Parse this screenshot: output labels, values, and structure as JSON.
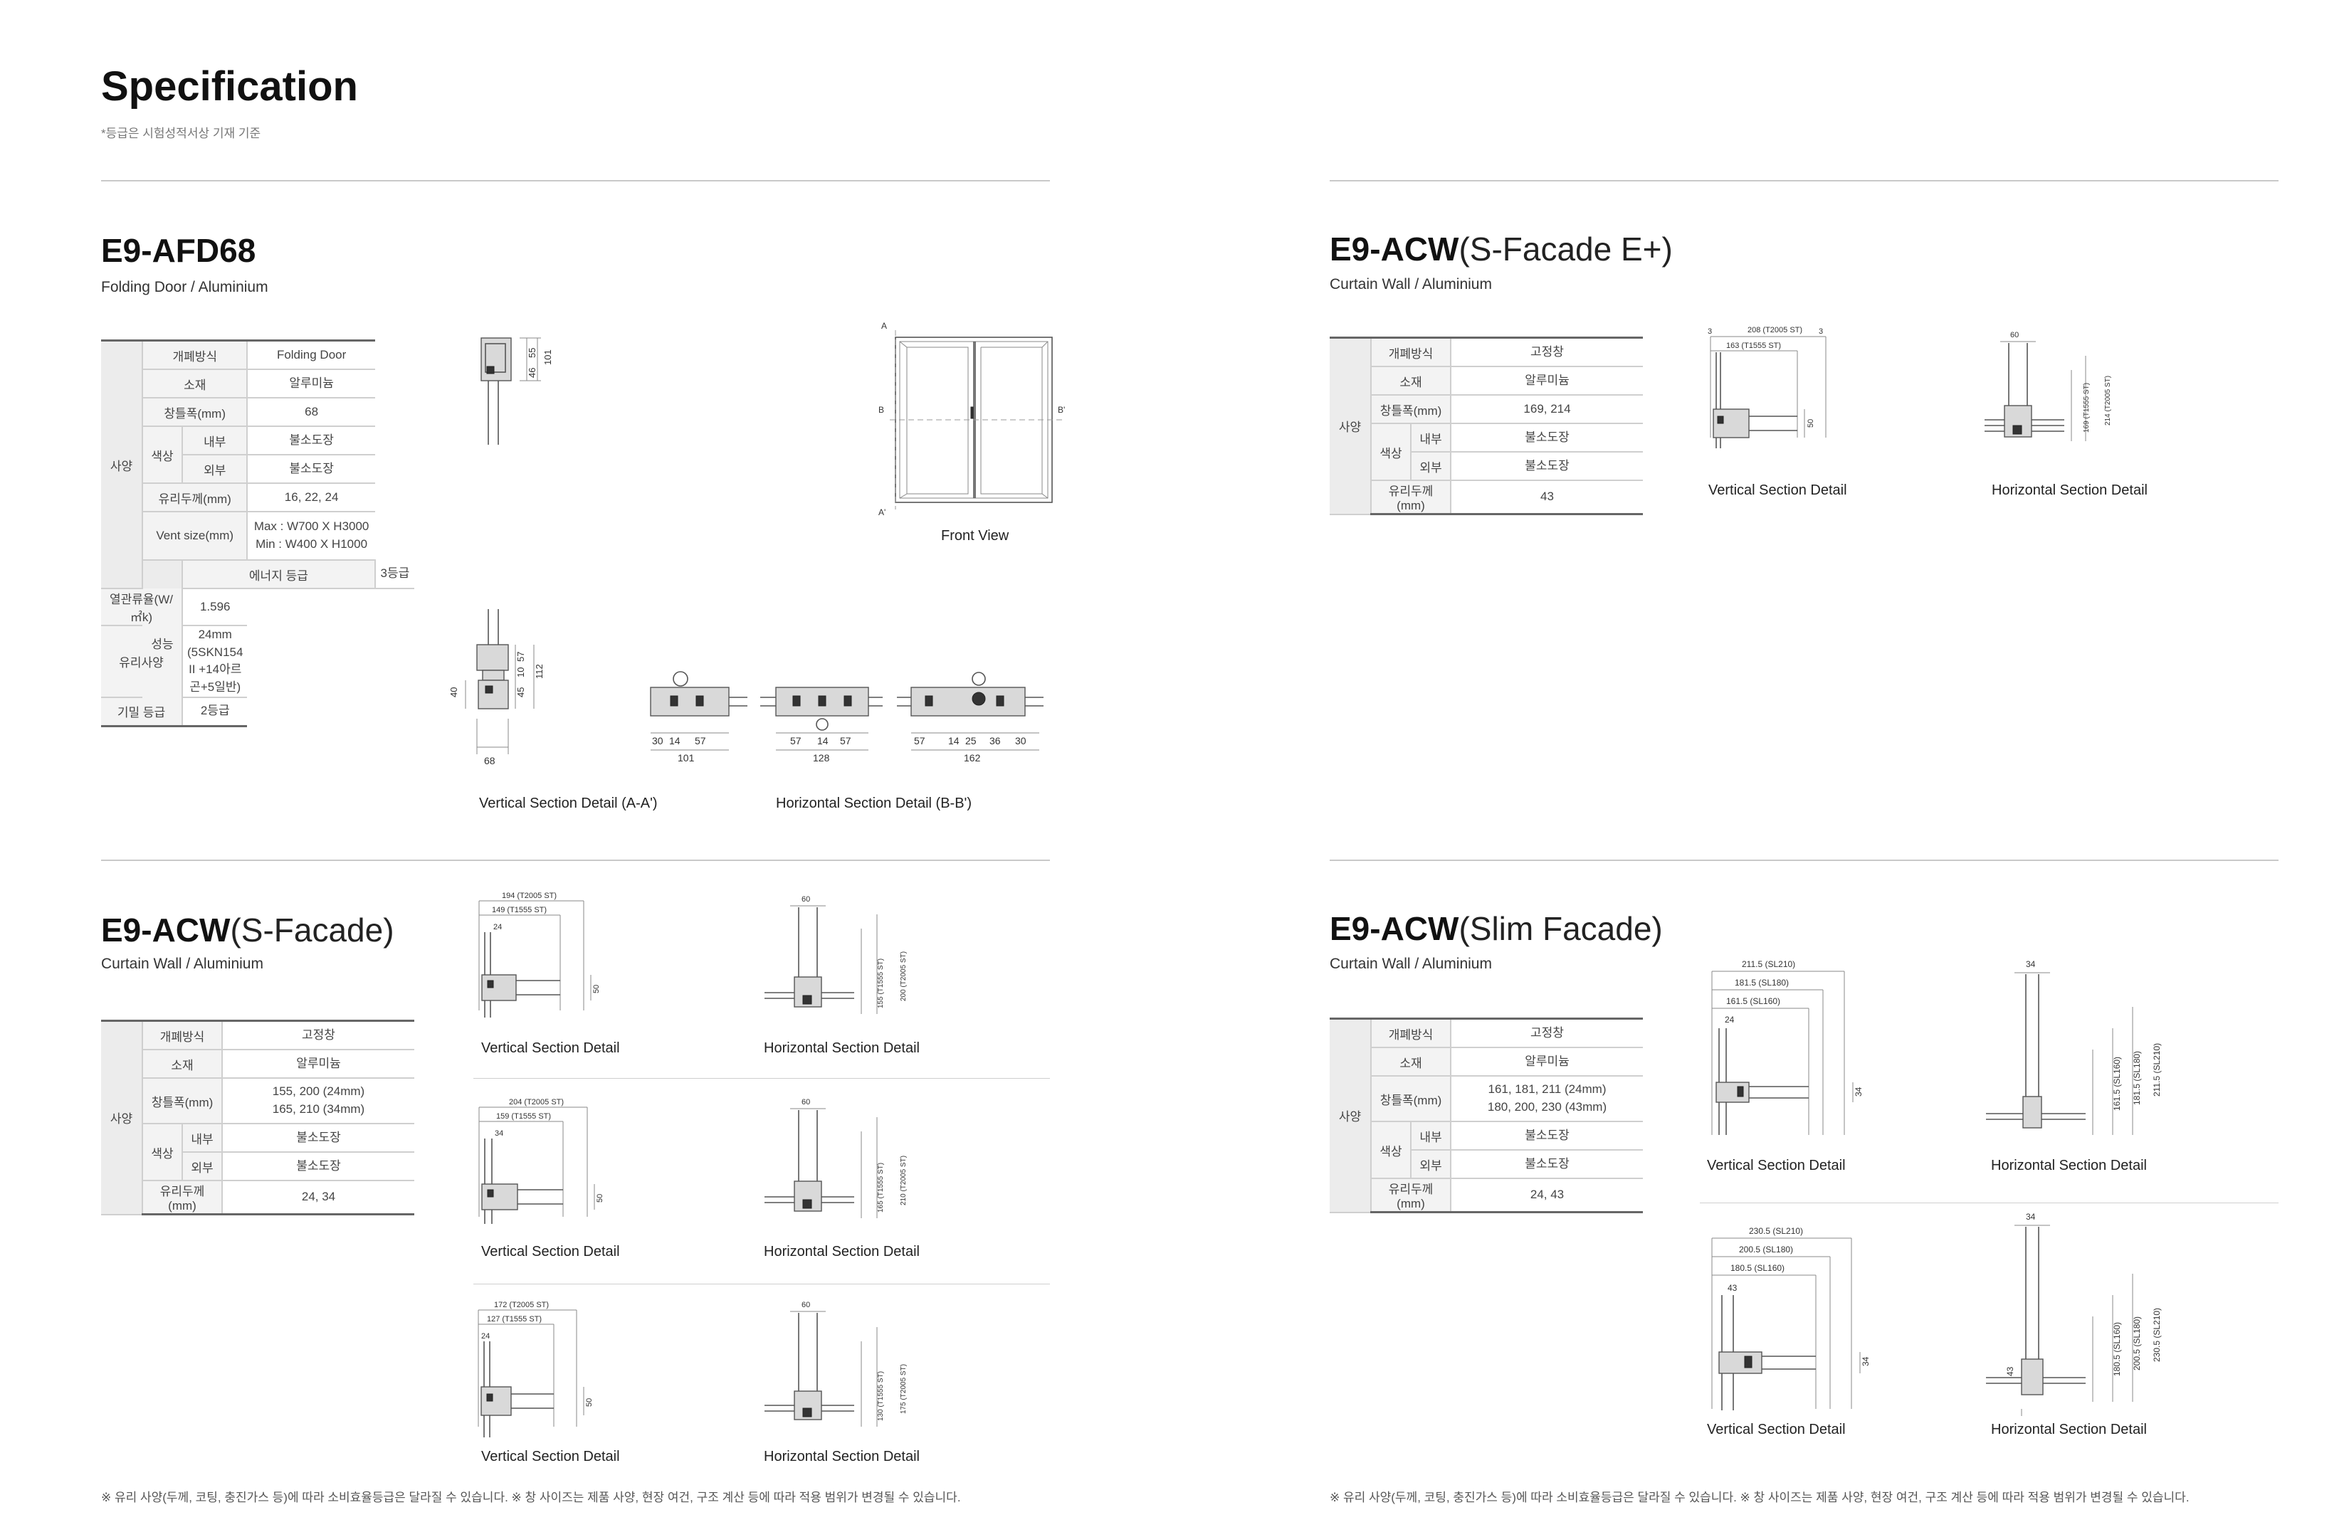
{
  "page": {
    "title": "Specification",
    "note": "*등급은 시험성적서상 기재 기준",
    "footer_note": "※ 유리 사양(두께, 코팅, 충진가스 등)에 따라 소비효율등급은 달라질 수 있습니다.  ※ 창 사이즈는 제품 사양, 현장 여건, 구조 계산 등에 따라 적용 범위가 변경될 수 있습니다."
  },
  "afd68": {
    "title": "E9-AFD68",
    "subtitle": "Folding Door / Aluminium",
    "groups": {
      "spec": "사양",
      "perf": "성능",
      "color": "색상"
    },
    "rows": {
      "open_label": "개폐방식",
      "open_value": "Folding Door",
      "material_label": "소재",
      "material_value": "알루미늄",
      "width_label": "창틀폭(mm)",
      "width_value": "68",
      "inner_label": "내부",
      "inner_value": "불소도장",
      "outer_label": "외부",
      "outer_value": "불소도장",
      "glass_label": "유리두께(mm)",
      "glass_value": "16, 22, 24",
      "vent_label": "Vent size(mm)",
      "vent_max": "Max : W700 X H3000",
      "vent_min": "Min : W400 X H1000",
      "energy_label": "에너지 등급",
      "energy_value": "3등급",
      "heat_label": "열관류율(W/㎡k)",
      "heat_value": "1.596",
      "glass_spec_label": "유리사양",
      "glass_spec_1": "24mm",
      "glass_spec_2": "(5SKN154 II +14아르곤+5일반)",
      "air_label": "기밀 등급",
      "air_value": "2등급"
    },
    "captions": {
      "front": "Front View",
      "vertical": "Vertical Section Detail (A-A')",
      "horizontal": "Horizontal Section Detail (B-B')"
    },
    "dims": {
      "top": [
        "55",
        "46",
        "101"
      ],
      "bottom": [
        "57",
        "10",
        "45",
        "112",
        "40",
        "68"
      ],
      "h1": [
        "30",
        "14",
        "57",
        "101"
      ],
      "h2": [
        "57",
        "14",
        "57",
        "128"
      ],
      "h3": [
        "57",
        "14",
        "25",
        "36",
        "30",
        "162"
      ],
      "front_marks": [
        "A",
        "B",
        "B'",
        "A'"
      ]
    }
  },
  "sfe": {
    "title_bold": "E9-ACW",
    "title_light": "(S-Facade E+)",
    "subtitle": "Curtain Wall / Aluminium",
    "rows": {
      "open_label": "개폐방식",
      "open_value": "고정창",
      "material_label": "소재",
      "material_value": "알루미늄",
      "width_label": "창틀폭(mm)",
      "width_value": "169, 214",
      "inner_label": "내부",
      "inner_value": "불소도장",
      "outer_label": "외부",
      "outer_value": "불소도장",
      "glass_label": "유리두께(mm)",
      "glass_value": "43"
    },
    "groups": {
      "spec": "사양",
      "color": "색상"
    },
    "captions": {
      "vertical": "Vertical Section Detail",
      "horizontal": "Horizontal Section Detail"
    },
    "dims": {
      "v": [
        "208 (T2005 ST)",
        "163 (T1555 ST)",
        "3",
        "3",
        "50"
      ],
      "h": [
        "60",
        "169 (T1555 ST)",
        "214 (T2005 ST)"
      ]
    }
  },
  "sf": {
    "title_bold": "E9-ACW",
    "title_light": "(S-Facade)",
    "subtitle": "Curtain Wall / Aluminium",
    "rows": {
      "open_label": "개폐방식",
      "open_value": "고정창",
      "material_label": "소재",
      "material_value": "알루미늄",
      "width_label": "창틀폭(mm)",
      "width_value_1": "155, 200 (24mm)",
      "width_value_2": "165, 210 (34mm)",
      "inner_label": "내부",
      "inner_value": "불소도장",
      "outer_label": "외부",
      "outer_value": "불소도장",
      "glass_label": "유리두께(mm)",
      "glass_value": "24, 34"
    },
    "groups": {
      "spec": "사양",
      "color": "색상"
    },
    "captions": {
      "vertical": "Vertical Section Detail",
      "horizontal": "Horizontal Section Detail"
    },
    "dims": {
      "r1v": [
        "194 (T2005 ST)",
        "149 (T1555 ST)",
        "24",
        "50"
      ],
      "r1h": [
        "60",
        "155 (T1555 ST)",
        "200 (T2005 ST)"
      ],
      "r2v": [
        "204 (T2005 ST)",
        "159 (T1555 ST)",
        "34",
        "50"
      ],
      "r2h": [
        "60",
        "165 (T1555 ST)",
        "210 (T2005 ST)"
      ],
      "r3v": [
        "172 (T2005 ST)",
        "127 (T1555 ST)",
        "24",
        "50"
      ],
      "r3h": [
        "60",
        "130 (T1555 ST)",
        "175 (T2005 ST)"
      ]
    }
  },
  "slim": {
    "title_bold": "E9-ACW",
    "title_light": "(Slim Facade)",
    "subtitle": "Curtain Wall / Aluminium",
    "rows": {
      "open_label": "개폐방식",
      "open_value": "고정창",
      "material_label": "소재",
      "material_value": "알루미늄",
      "width_label": "창틀폭(mm)",
      "width_value_1": "161, 181, 211 (24mm)",
      "width_value_2": "180, 200, 230 (43mm)",
      "inner_label": "내부",
      "inner_value": "불소도장",
      "outer_label": "외부",
      "outer_value": "불소도장",
      "glass_label": "유리두께(mm)",
      "glass_value": "24, 43"
    },
    "groups": {
      "spec": "사양",
      "color": "색상"
    },
    "captions": {
      "vertical": "Vertical Section Detail",
      "horizontal": "Horizontal Section Detail"
    },
    "dims": {
      "r1v": [
        "211.5 (SL210)",
        "181.5 (SL180)",
        "161.5 (SL160)",
        "24",
        "34"
      ],
      "r1h": [
        "34",
        "161.5 (SL160)",
        "181.5 (SL180)",
        "211.5 (SL210)"
      ],
      "r2v": [
        "230.5 (SL210)",
        "200.5 (SL180)",
        "180.5 (SL160)",
        "43",
        "34"
      ],
      "r2h": [
        "34",
        "180.5 (SL160)",
        "200.5 (SL180)",
        "230.5 (SL210)",
        "43"
      ]
    }
  }
}
